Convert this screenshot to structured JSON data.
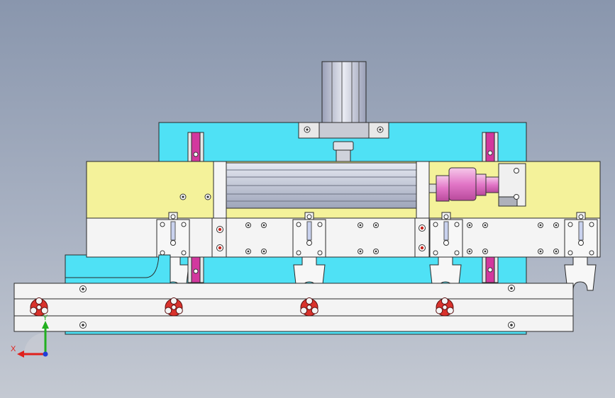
{
  "viewport": {
    "background_top": "#8996ad",
    "background_bottom": "#c4c9d2"
  },
  "colors": {
    "cyan_plate": "#4fe1f5",
    "yellow_plate": "#f4f29a",
    "white_plate": "#f4f4f4",
    "magenta_rail": "#d2389e",
    "pink_connector": "#ea8fd0",
    "red_knob": "#d9322c",
    "outline": "#2a2a2a",
    "cylinder_gray": "#b9bfd0"
  },
  "triad": {
    "x_label": "X",
    "y_label": "Y",
    "x_color": "#e0201c",
    "y_color": "#22b020",
    "z_color": "#1f3fd8"
  },
  "knobs": {
    "count": 4,
    "icon": "tri-lobe-knob-icon"
  }
}
